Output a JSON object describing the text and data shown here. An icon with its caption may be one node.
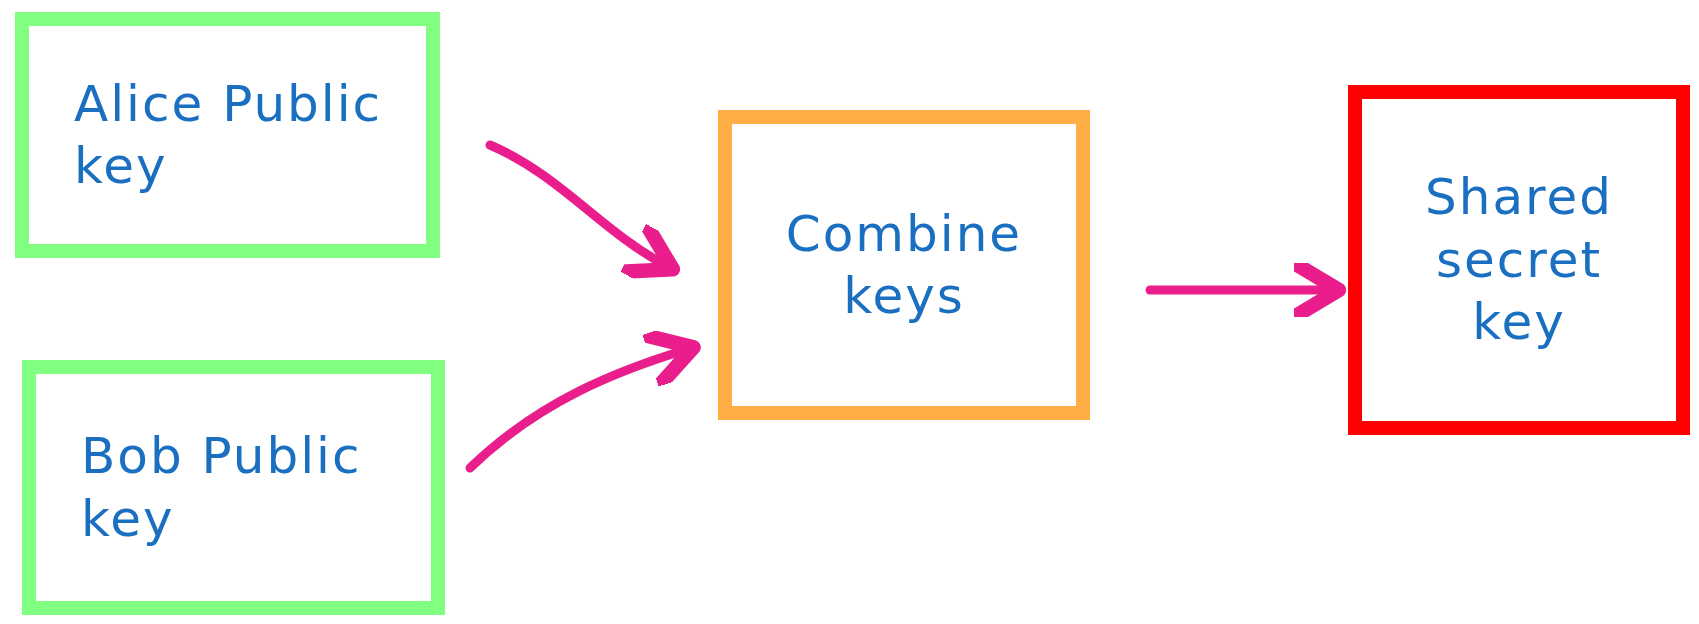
{
  "diagram": {
    "nodes": [
      {
        "text": [
          "Alice Public key"
        ]
      },
      {
        "text": [
          "Bob Public key"
        ]
      },
      {
        "text": [
          "Combine keys"
        ]
      },
      {
        "text": [
          "Shared secret key"
        ]
      }
    ],
    "edges": [
      {
        "from": 0,
        "to": 2,
        "arrow": "to"
      },
      {
        "from": 1,
        "to": 2,
        "arrow": "to"
      },
      {
        "from": 2,
        "to": 3,
        "arrow": "to"
      }
    ]
  }
}
